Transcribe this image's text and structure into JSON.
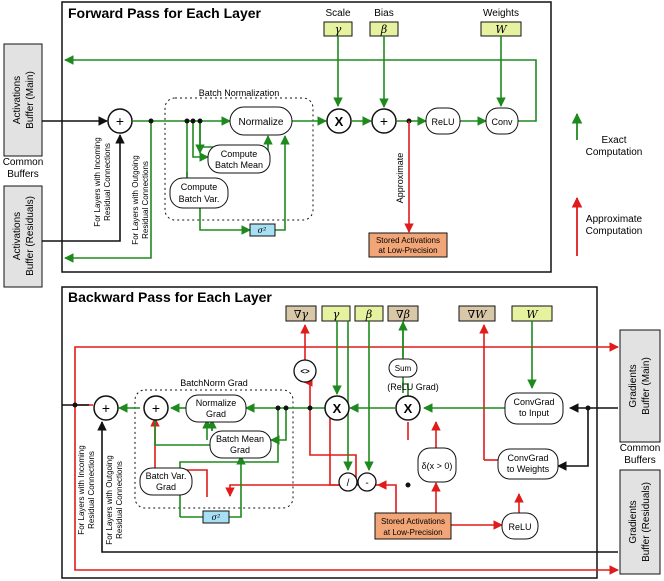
{
  "forward": {
    "title": "Forward Pass for Each Layer",
    "scale_label": "Scale",
    "bias_label": "Bias",
    "weights_label": "Weights",
    "gamma": "γ",
    "beta": "β",
    "w": "W",
    "bn_label": "Batch Normalization",
    "normalize": "Normalize",
    "batch_mean": [
      "Compute",
      "Batch Mean"
    ],
    "batch_var": [
      "Compute",
      "Batch Var."
    ],
    "sigma": "σ²",
    "relu": "ReLU",
    "conv": "Conv",
    "approximate": "Approximate",
    "stored": [
      "Stored Activations",
      "at Low-Precision"
    ],
    "incoming": [
      "For Layers with Incoming",
      "Residual Connections"
    ],
    "outgoing": [
      "For Layers with Outgoing",
      "Residual Connections"
    ]
  },
  "backward": {
    "title": "Backward Pass for Each Layer",
    "grad_gamma": "∇γ",
    "gamma": "γ",
    "beta": "β",
    "grad_beta": "∇β",
    "grad_w": "∇W",
    "w": "W",
    "bn_grad_label": "BatchNorm Grad",
    "normalize_grad": [
      "Normalize",
      "Grad"
    ],
    "batch_mean_grad": [
      "Batch Mean",
      "Grad"
    ],
    "batch_var_grad": [
      "Batch Var.",
      "Grad"
    ],
    "sigma": "σ²",
    "cmp": "<>",
    "sum": "Sum",
    "relu_grad": "(ReLU Grad)",
    "delta": "δ(x > 0)",
    "convgrad_input": [
      "ConvGrad",
      "to Input"
    ],
    "convgrad_weights": [
      "ConvGrad",
      "to Weights"
    ],
    "relu": "ReLU",
    "div": "/",
    "minus": "-",
    "stored": [
      "Stored Activations",
      "at Low-Precision"
    ],
    "incoming": [
      "For Layers with Incoming",
      "Residual Connections"
    ],
    "outgoing": [
      "For Layers with Outgoing",
      "Residual Connections"
    ]
  },
  "buffers": {
    "act_main": [
      "Activations",
      "Buffer (Main)"
    ],
    "act_res": [
      "Activations",
      "Buffer (Residuals)"
    ],
    "grad_main": [
      "Gradients",
      "Buffer (Main)"
    ],
    "grad_res": [
      "Gradients",
      "Buffer (Residuals)"
    ],
    "common_left": [
      "Common",
      "Buffers"
    ],
    "common_right": [
      "Common",
      "Buffers"
    ]
  },
  "legend": {
    "exact": [
      "Exact",
      "Computation"
    ],
    "approx": [
      "Approximate",
      "Computation"
    ]
  },
  "colors": {
    "exact": "#1e8a1e",
    "approx": "#e01b1b",
    "param_fill": "#e6f2a0",
    "grad_fill": "#d8c8a8",
    "stored_fill": "#f2a678",
    "sigma_fill": "#a8dff2",
    "buffer_fill": "#e2e2e2"
  }
}
